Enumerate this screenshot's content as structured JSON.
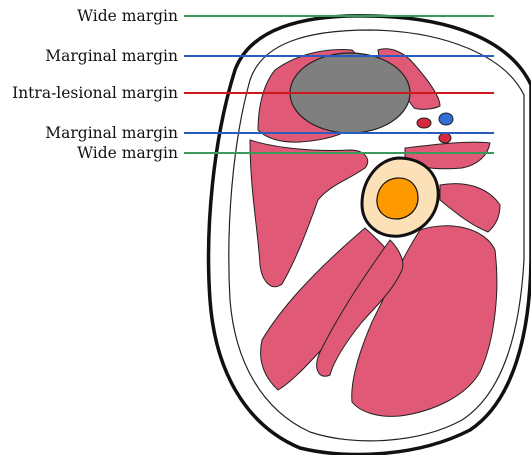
{
  "labels": {
    "wide_margin_top": "Wide margin",
    "marginal_margin_top": "Marginal margin",
    "intra_lesional_margin": "Intra-lesional margin",
    "marginal_margin_bottom": "Marginal margin",
    "wide_margin_bottom": "Wide margin"
  },
  "colors": {
    "wide_margin_line": "#3a9a5a",
    "marginal_margin_line": "#2a5bbf",
    "intra_lesional_line": "#d01818",
    "muscle": "#e05a78",
    "tumor": "#7f7f7f",
    "bone_cortex": "#fbe0b8",
    "bone_marrow": "#ff9900",
    "artery": "#d8283e",
    "vein": "#2f6fd6",
    "outline": "#111111"
  }
}
